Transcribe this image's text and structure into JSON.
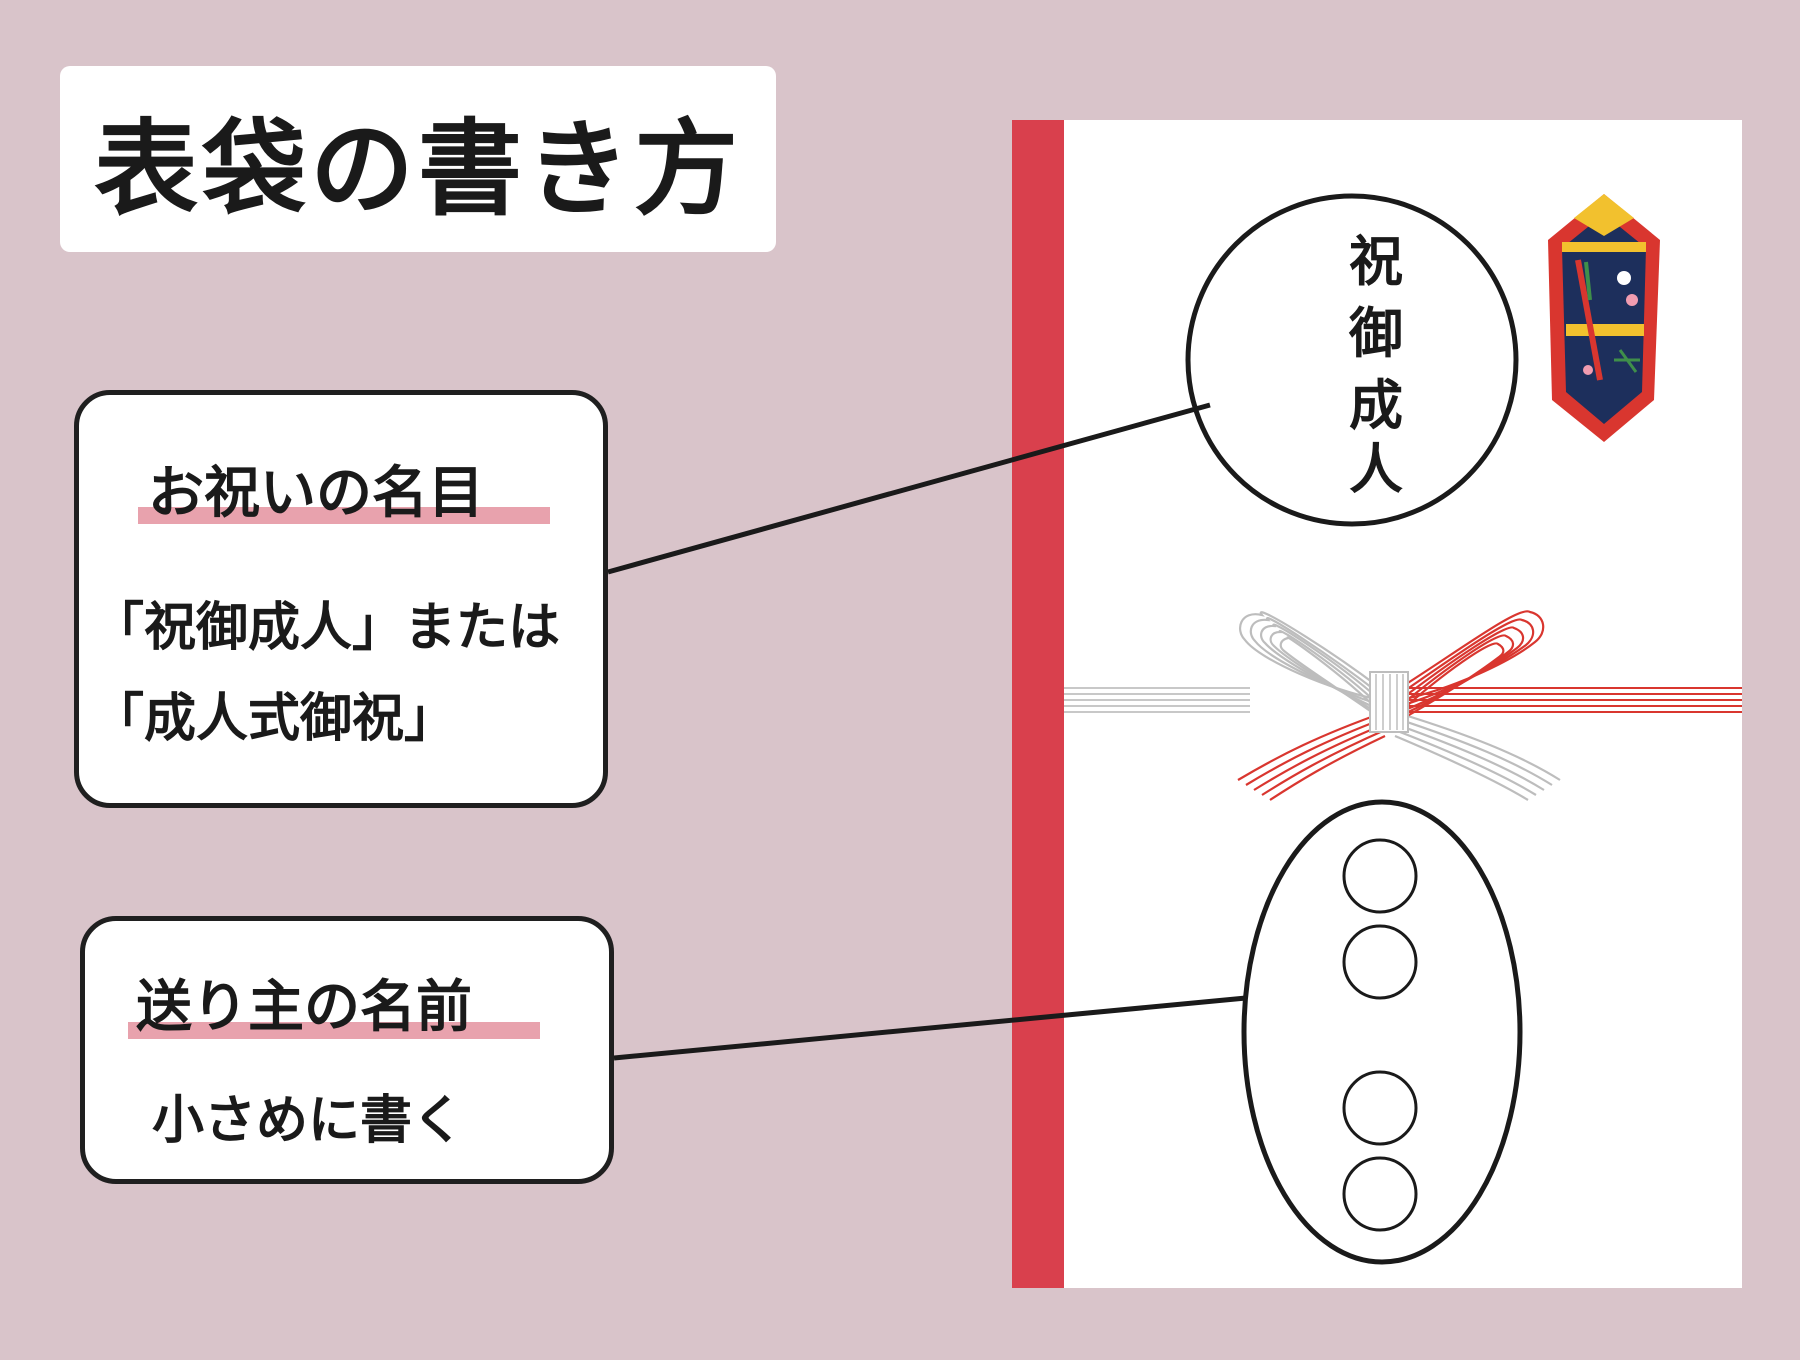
{
  "title": "表袋の書き方",
  "envelope": {
    "purpose_text_chars": [
      "祝",
      "御",
      "成",
      "人"
    ]
  },
  "callouts": [
    {
      "heading": "お祝いの名目",
      "lines": [
        "「祝御成人」または",
        "「成人式御祝」"
      ]
    },
    {
      "heading": "送り主の名前",
      "lines": [
        "小さめに書く"
      ]
    }
  ],
  "colors": {
    "background": "#d9c4ca",
    "red_band": "#d9404d",
    "underline_pink": "#e8a2ad",
    "mizuhiki_red": "#d9362f",
    "mizuhiki_white": "#bdbdbd",
    "noshi_navy": "#1d2f5c"
  }
}
